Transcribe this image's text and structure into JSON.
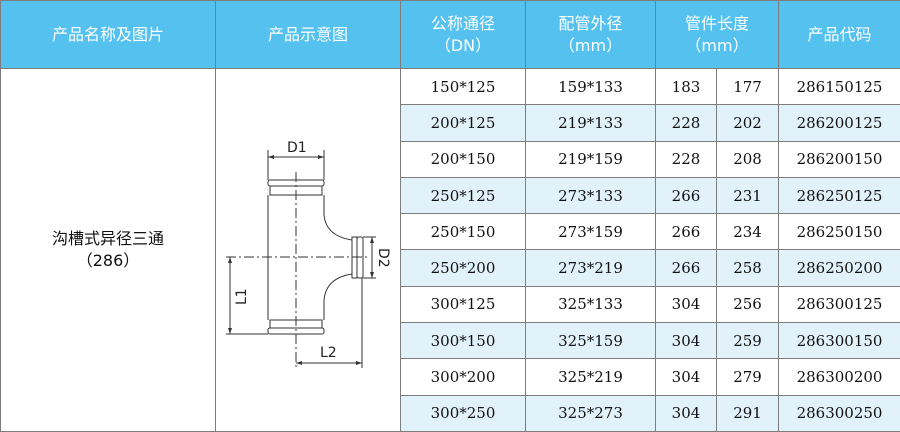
{
  "headers": {
    "name": "产品名称及图片",
    "diagram": "产品示意图",
    "dn": "公称通径",
    "dn_unit": "（DN）",
    "od": "配管外径",
    "od_unit": "（mm）",
    "len": "管件长度",
    "len_unit": "（mm）",
    "code": "产品代码"
  },
  "product": {
    "name": "沟槽式异径三通",
    "code": "（286）"
  },
  "diagram_labels": {
    "d1": "D1",
    "d2": "D2",
    "l1": "L1",
    "l2": "L2"
  },
  "rows": [
    {
      "dn": "150*125",
      "od": "159*133",
      "l1": "183",
      "l2": "177",
      "code": "286150125"
    },
    {
      "dn": "200*125",
      "od": "219*133",
      "l1": "228",
      "l2": "202",
      "code": "286200125"
    },
    {
      "dn": "200*150",
      "od": "219*159",
      "l1": "228",
      "l2": "208",
      "code": "286200150"
    },
    {
      "dn": "250*125",
      "od": "273*133",
      "l1": "266",
      "l2": "231",
      "code": "286250125"
    },
    {
      "dn": "250*150",
      "od": "273*159",
      "l1": "266",
      "l2": "234",
      "code": "286250150"
    },
    {
      "dn": "250*200",
      "od": "273*219",
      "l1": "266",
      "l2": "258",
      "code": "286250200"
    },
    {
      "dn": "300*125",
      "od": "325*133",
      "l1": "304",
      "l2": "256",
      "code": "286300125"
    },
    {
      "dn": "300*150",
      "od": "325*159",
      "l1": "304",
      "l2": "259",
      "code": "286300150"
    },
    {
      "dn": "300*200",
      "od": "325*219",
      "l1": "304",
      "l2": "279",
      "code": "286300200"
    },
    {
      "dn": "300*250",
      "od": "325*273",
      "l1": "304",
      "l2": "291",
      "code": "286300250"
    }
  ]
}
